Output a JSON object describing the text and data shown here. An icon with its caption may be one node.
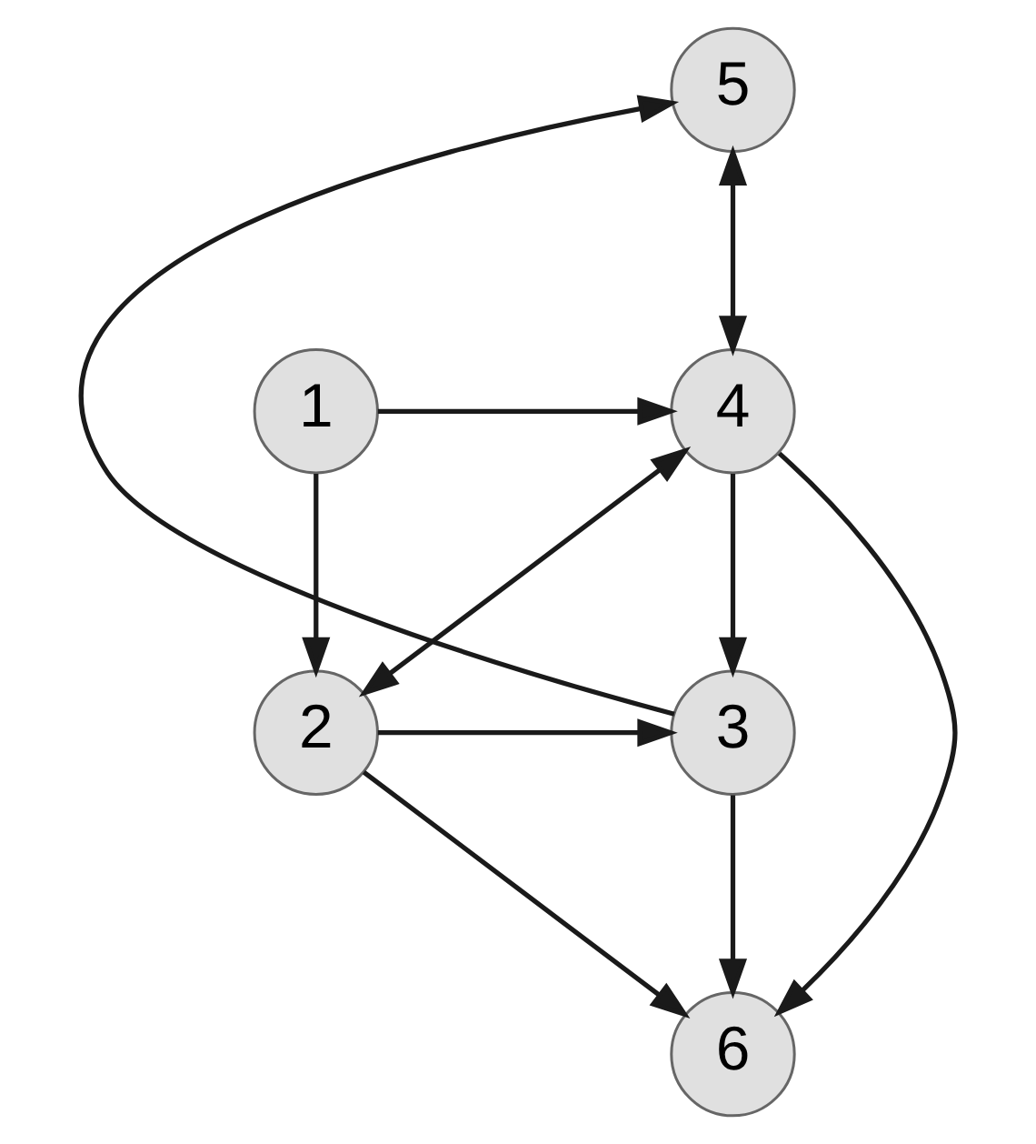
{
  "diagram": {
    "nodes": [
      {
        "text": [
          "5"
        ]
      },
      {
        "text": [
          "4"
        ]
      },
      {
        "text": [
          "1"
        ]
      },
      {
        "text": [
          "3"
        ]
      },
      {
        "text": [
          "2"
        ]
      },
      {
        "text": [
          "6"
        ]
      }
    ],
    "edges": [
      {
        "from": 0,
        "to": 1,
        "arrow": "both"
      },
      {
        "from": 3,
        "to": 0,
        "arrow": "to"
      },
      {
        "from": 2,
        "to": 1,
        "arrow": "to"
      },
      {
        "from": 2,
        "to": 4,
        "arrow": "to"
      },
      {
        "from": 1,
        "to": 3,
        "arrow": "to"
      },
      {
        "from": 1,
        "to": 5,
        "arrow": "to"
      },
      {
        "from": 1,
        "to": 4,
        "arrow": "both"
      },
      {
        "from": 4,
        "to": 3,
        "arrow": "to"
      },
      {
        "from": 3,
        "to": 5,
        "arrow": "to"
      },
      {
        "from": 4,
        "to": 5,
        "arrow": "to"
      }
    ]
  }
}
